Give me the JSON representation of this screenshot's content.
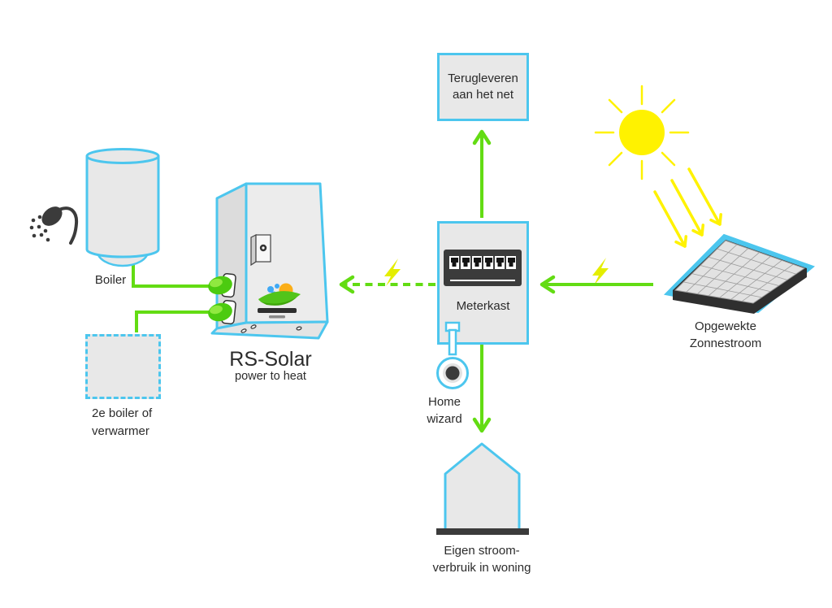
{
  "diagram": {
    "colors": {
      "cyan": "#4cc6ee",
      "green": "#63dc13",
      "yellow": "#fff200",
      "bolt": "#e4ee00",
      "gray": "#e8e8e8",
      "gray_dark": "#3b3b3b",
      "text": "#2b2b2b"
    },
    "grid_return_box": {
      "line1": "Terugleveren",
      "line2": "aan het net"
    },
    "meter_box": {
      "label": "Meterkast",
      "breaker_count": 6
    },
    "second_boiler_box": {
      "line1": "2e boiler of",
      "line2": "verwarmer"
    },
    "boiler_label": "Boiler",
    "device": {
      "name": "RS-Solar",
      "tagline": "power to heat"
    },
    "solar_label": {
      "line1": "Opgewekte",
      "line2": "Zonnestroom"
    },
    "home_wizard_label": {
      "line1": "Home",
      "line2": "wizard"
    },
    "house_label": {
      "line1": "Eigen stroom-",
      "line2": "verbruik in woning"
    },
    "icons": [
      "sun-icon",
      "sun-rays-icon",
      "solar-panel-icon",
      "lightning-bolt-icon",
      "shower-head-icon",
      "boiler-tank-icon",
      "breaker-panel-icon",
      "home-wizard-icon",
      "house-icon",
      "heat-connector-icon"
    ]
  }
}
